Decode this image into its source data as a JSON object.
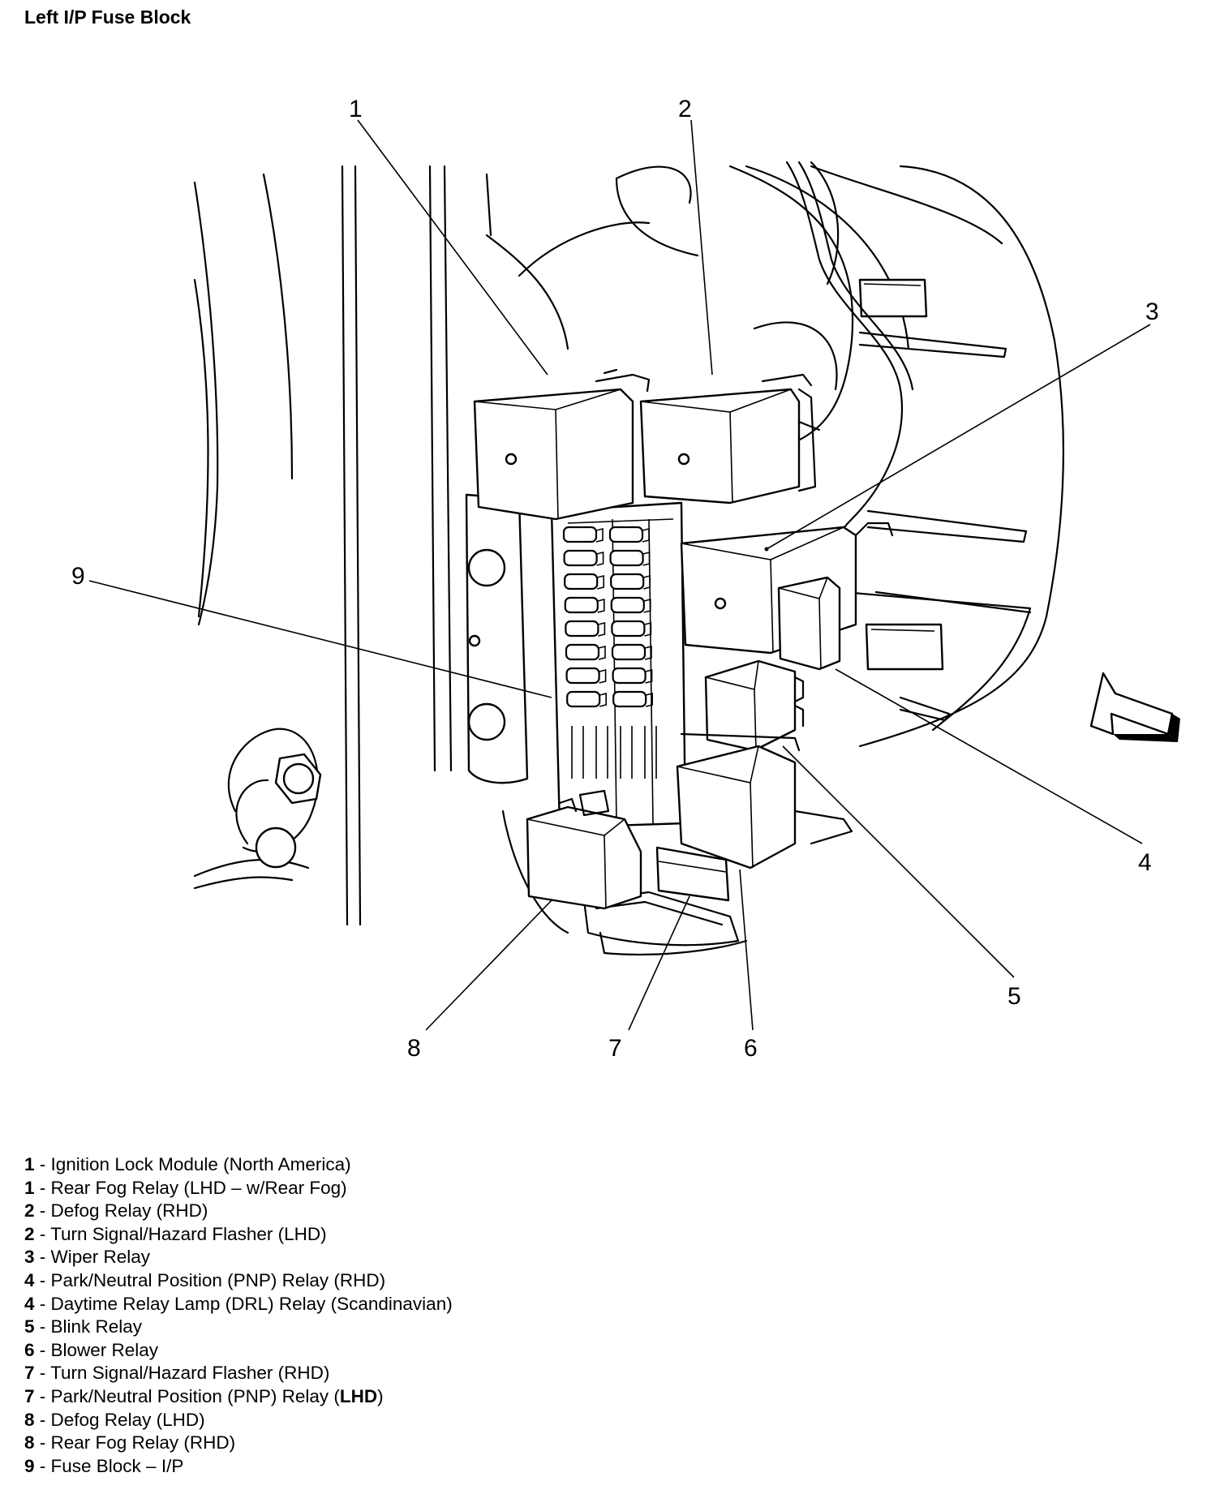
{
  "title": "Left I/P Fuse Block",
  "callouts": {
    "c1": "1",
    "c2": "2",
    "c3": "3",
    "c4": "4",
    "c5": "5",
    "c6": "6",
    "c7": "7",
    "c8": "8",
    "c9": "9"
  },
  "legend": [
    {
      "num": "1",
      "text": " - Ignition Lock Module (North America)"
    },
    {
      "num": "1",
      "text": " - Rear Fog Relay (LHD – w/Rear Fog)"
    },
    {
      "num": "2",
      "text": " - Defog Relay (RHD)"
    },
    {
      "num": "2",
      "text": " - Turn Signal/Hazard Flasher (LHD)"
    },
    {
      "num": "3",
      "text": " - Wiper Relay"
    },
    {
      "num": "4",
      "text": " - Park/Neutral Position (PNP) Relay (RHD)"
    },
    {
      "num": "4",
      "text": " - Daytime Relay Lamp (DRL) Relay (Scandinavian)"
    },
    {
      "num": "5",
      "text": " - Blink Relay"
    },
    {
      "num": "6",
      "text": " - Blower Relay"
    },
    {
      "num": "7",
      "text": " - Turn Signal/Hazard Flasher (RHD)"
    },
    {
      "num": "7",
      "text": " - Park/Neutral Position (PNP) Relay (",
      "bold_suffix": "LHD",
      "tail": ")"
    },
    {
      "num": "8",
      "text": " - Defog Relay (LHD)"
    },
    {
      "num": "8",
      "text": " - Rear Fog Relay (RHD)"
    },
    {
      "num": "9",
      "text": " - Fuse Block – I/P"
    }
  ]
}
